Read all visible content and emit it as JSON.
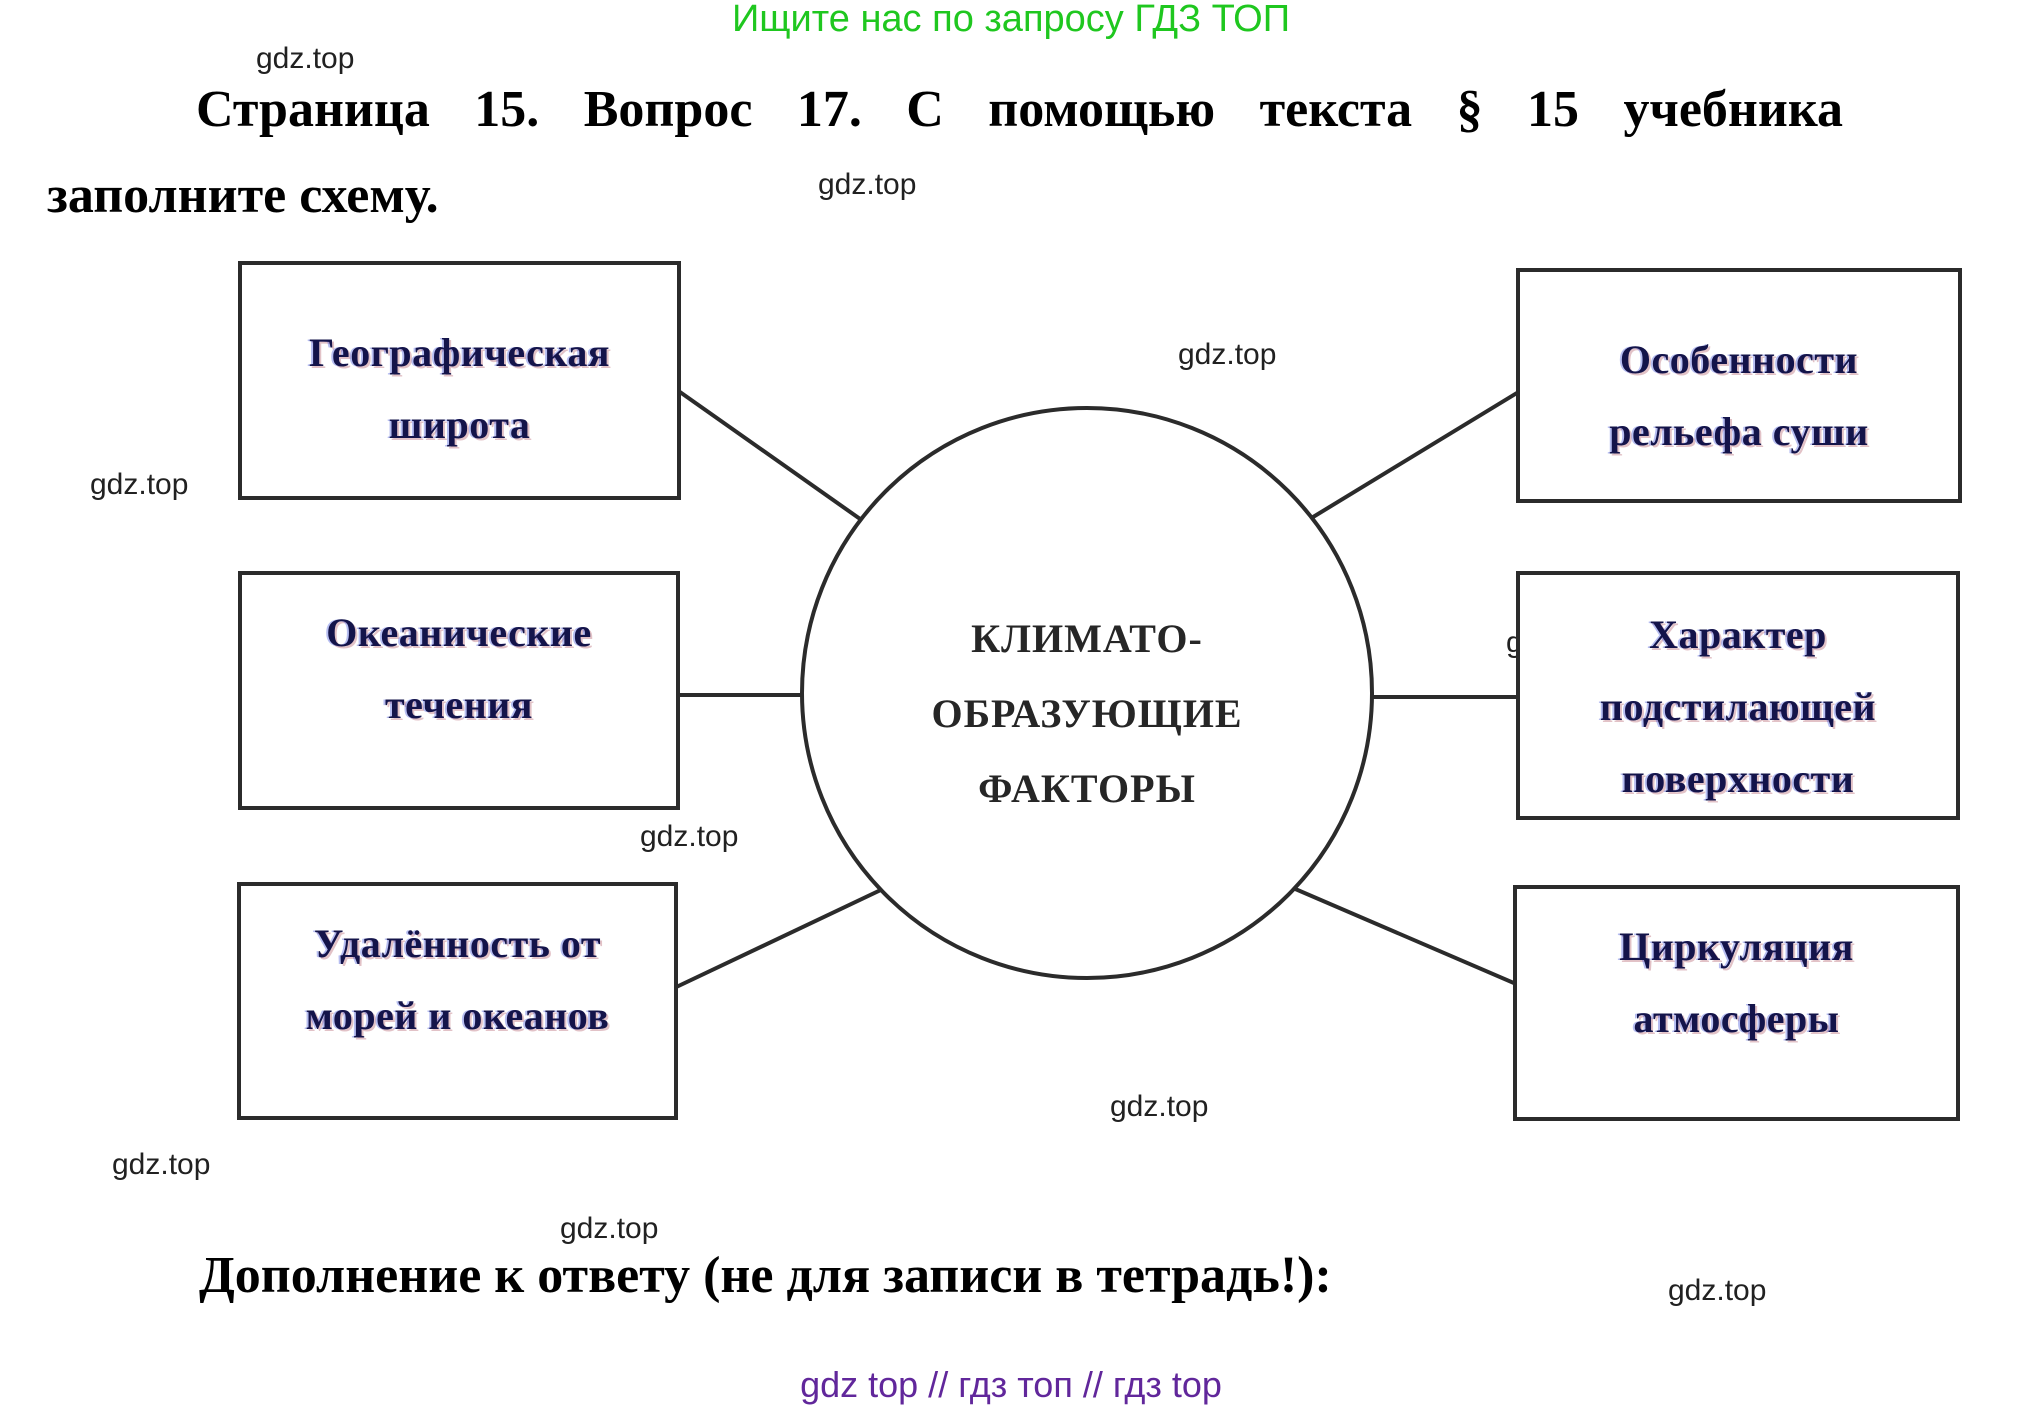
{
  "promo": {
    "text": "Ищите нас по запросу ГДЗ ТОП",
    "color": "#1fc71f"
  },
  "watermark": {
    "text": "gdz.top"
  },
  "title": {
    "line1": "Страница 15. Вопрос 17. С помощью текста § 15 учебника",
    "line2": "заполните схему."
  },
  "diagram": {
    "center": {
      "lines": [
        "КЛИМАТО-",
        "ОБРАЗУЮЩИЕ",
        "ФАКТОРЫ"
      ]
    },
    "left_boxes": [
      {
        "lines": [
          "Географическая",
          "широта"
        ]
      },
      {
        "lines": [
          "Океанические",
          "течения"
        ]
      },
      {
        "lines": [
          "Удалённость от",
          "морей и океанов"
        ]
      }
    ],
    "right_boxes": [
      {
        "lines": [
          "Особенности",
          "рельефа суши"
        ]
      },
      {
        "lines": [
          "Характер",
          "подстилающей",
          "поверхности"
        ]
      },
      {
        "lines": [
          "Циркуляция",
          "атмосферы"
        ]
      }
    ]
  },
  "footer": {
    "note": "Дополнение к ответу (не для записи в тетрадь!):",
    "links_text": "gdz top  //  гдз топ  //  гдз top",
    "links_color": "#61279b"
  }
}
